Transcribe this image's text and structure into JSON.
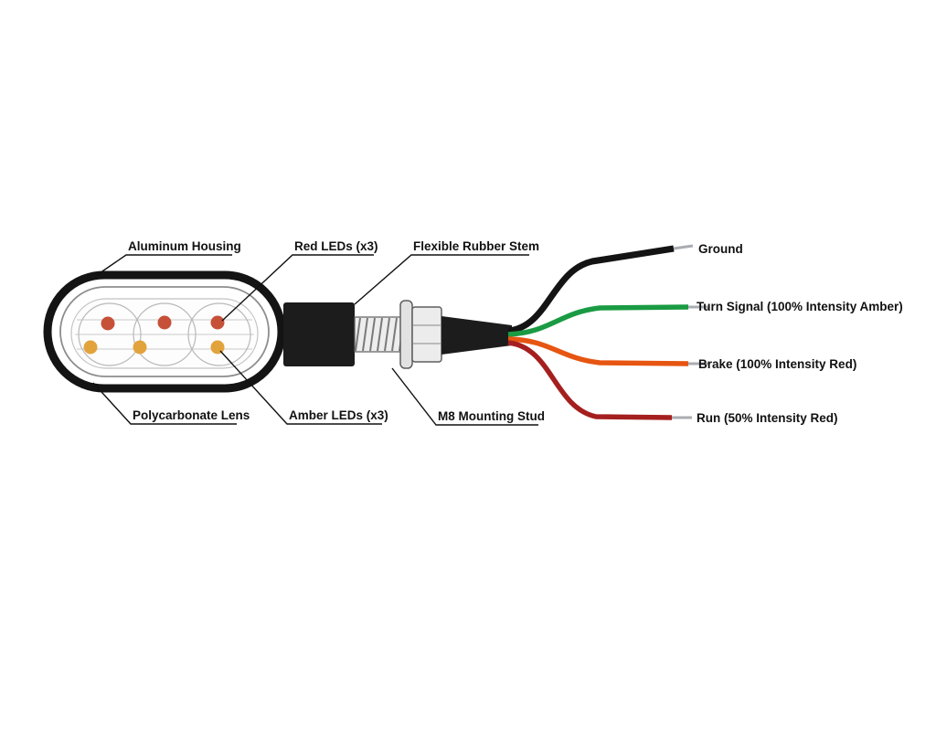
{
  "part_labels": {
    "aluminum_housing": "Aluminum Housing",
    "red_leds": "Red LEDs (x3)",
    "flexible_rubber_stem": "Flexible Rubber Stem",
    "polycarbonate_lens": "Polycarbonate Lens",
    "amber_leds": "Amber LEDs (x3)",
    "m8_mounting_stud": "M8 Mounting Stud"
  },
  "wires": [
    {
      "label": "Ground",
      "color": "#141414"
    },
    {
      "label": "Turn Signal (100% Intensity Amber)",
      "color": "#1a9b43"
    },
    {
      "label": "Brake (100% Intensity Red)",
      "color": "#e65511"
    },
    {
      "label": "Run (50% Intensity Red)",
      "color": "#a51f1f"
    }
  ],
  "colors": {
    "outline": "#141414",
    "housing_black": "#1c1c1c",
    "red_led": "#c65038",
    "amber_led": "#e2a33c",
    "metal_fill": "#ededed",
    "metal_stroke": "#5f5f5f",
    "stripped_tip": "#a9adb2",
    "label_text": "#111111"
  }
}
